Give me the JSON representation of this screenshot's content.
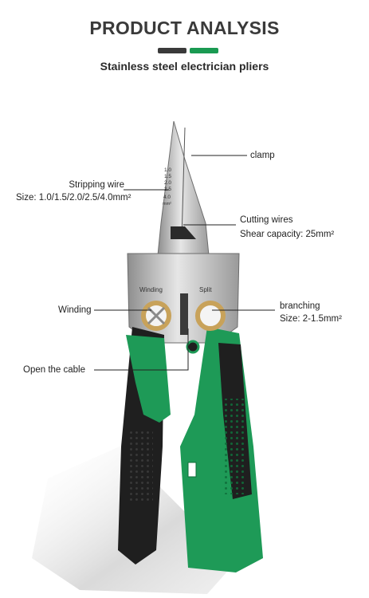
{
  "header": {
    "title": "PRODUCT ANALYSIS",
    "subtitle": "Stainless steel electrician pliers"
  },
  "callouts": {
    "clamp": "clamp",
    "stripping_title": "Stripping wire",
    "stripping_sizes": "Size: 1.0/1.5/2.0/2.5/4.0mm²",
    "cutting_title": "Cutting wires",
    "cutting_capacity": "Shear capacity: 25mm²",
    "winding": "Winding",
    "branching_title": "branching",
    "branching_size": "Size: 2-1.5mm²",
    "open_cable": "Open the cable"
  },
  "tool_marks": {
    "gauge_values": [
      "1.0",
      "1.5",
      "2.0",
      "2.5",
      "4.0"
    ],
    "gauge_unit": "mm²",
    "left_hole_label": "Winding",
    "right_hole_label": "Split"
  },
  "colors": {
    "accent_green": "#1a9a52",
    "handle_green": "#1e9a57",
    "handle_black": "#1f1f1f",
    "steel": "#c9c9c9",
    "brass": "#c8a25a"
  }
}
